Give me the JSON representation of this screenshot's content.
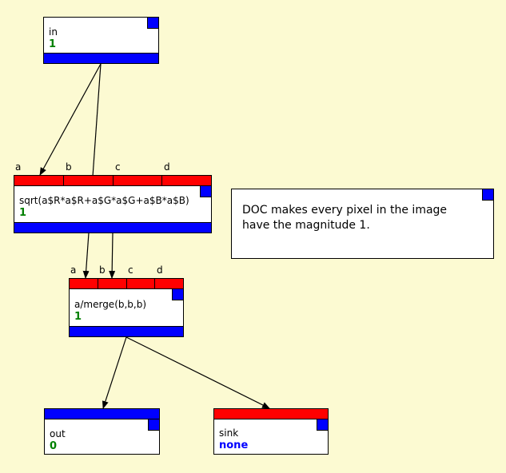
{
  "nodes": {
    "in": {
      "label": "in",
      "value": "1"
    },
    "sqrt": {
      "label": "sqrt(a$R*a$R+a$G*a$G+a$B*a$B)",
      "value": "1",
      "ports": [
        "a",
        "b",
        "c",
        "d"
      ]
    },
    "merge": {
      "label": "a/merge(b,b,b)",
      "value": "1",
      "ports": [
        "a",
        "b",
        "c",
        "d"
      ]
    },
    "out": {
      "label": "out",
      "value": "0"
    },
    "sink": {
      "label": "sink",
      "value": "none"
    }
  },
  "doc": {
    "text": "DOC makes every pixel in the image have the magnitude 1."
  },
  "colors": {
    "background": "#fcfad2",
    "input_port": "#ff0000",
    "output_port": "#0000ff",
    "value_green": "#008000",
    "value_blue": "#0000ff"
  }
}
